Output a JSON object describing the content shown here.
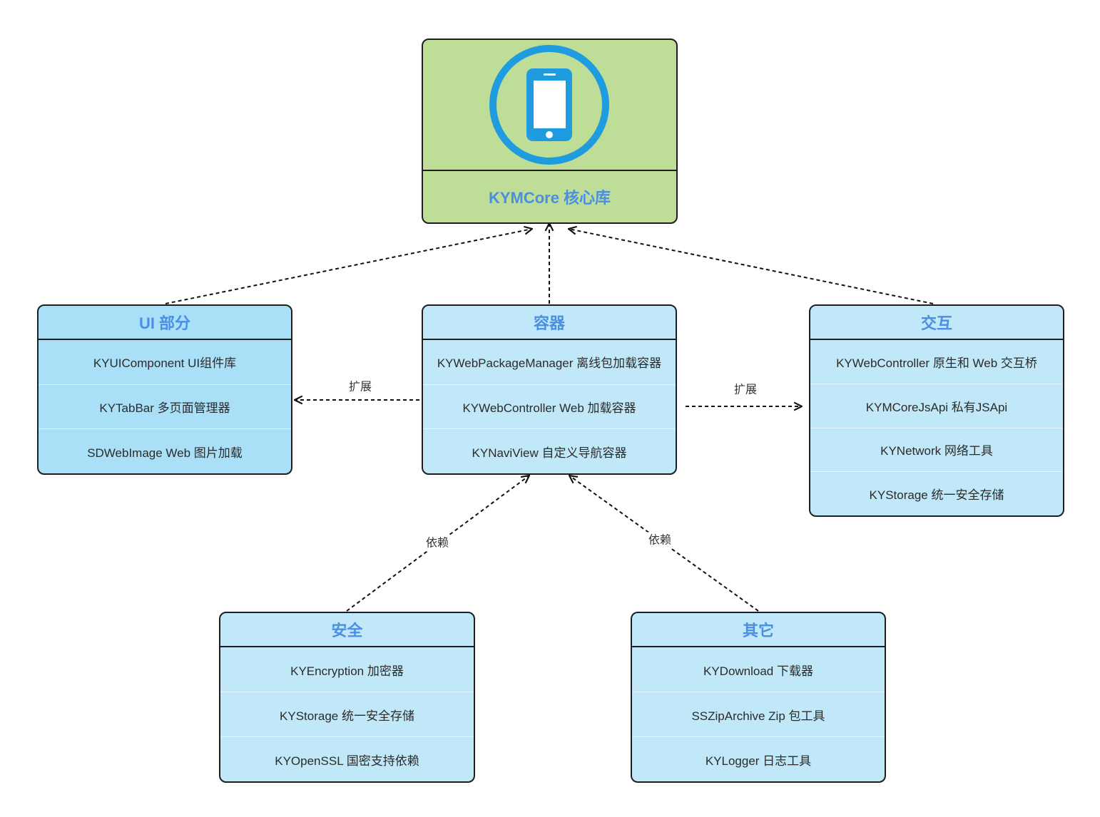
{
  "core": {
    "title": "KYMCore 核心库",
    "icon": "mobile-phone-icon"
  },
  "modules": {
    "ui": {
      "title": "UI 部分",
      "items": [
        "KYUIComponent UI组件库",
        "KYTabBar 多页面管理器",
        "SDWebImage Web 图片加载"
      ]
    },
    "container": {
      "title": "容器",
      "items": [
        "KYWebPackageManager 离线包加载容器",
        "KYWebController Web 加载容器",
        "KYNaviView 自定义导航容器"
      ]
    },
    "interaction": {
      "title": "交互",
      "items": [
        "KYWebController 原生和 Web 交互桥",
        "KYMCoreJsApi 私有JSApi",
        "KYNetwork 网络工具",
        "KYStorage 统一安全存储"
      ]
    },
    "security": {
      "title": "安全",
      "items": [
        "KYEncryption 加密器",
        "KYStorage 统一安全存储",
        "KYOpenSSL 国密支持依赖"
      ]
    },
    "other": {
      "title": "其它",
      "items": [
        "KYDownload 下载器",
        "SSZipArchive Zip 包工具",
        "KYLogger 日志工具"
      ]
    }
  },
  "relations": {
    "extend_ui_label": "扩展",
    "extend_interaction_label": "扩展",
    "depend_security_label": "依赖",
    "depend_other_label": "依赖"
  },
  "colors": {
    "core_fill": "#bedd97",
    "ui_fill": "#a9e0f8",
    "module_fill": "#c0e8f8",
    "title_text": "#4a8fe1",
    "icon": "#1f9ce0",
    "border": "#1e1e1e"
  }
}
